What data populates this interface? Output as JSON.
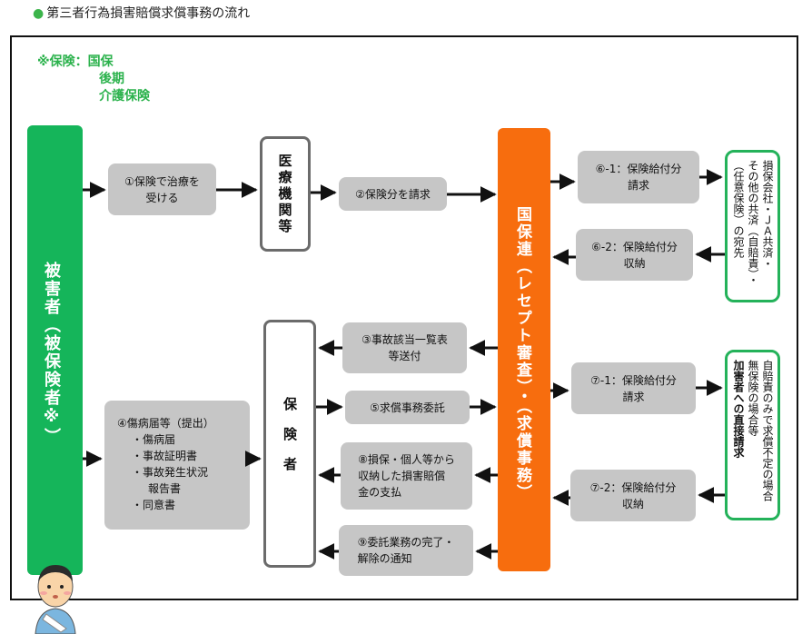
{
  "header": {
    "title": "第三者行為損害賠償求償事務の流れ"
  },
  "note": {
    "prefix": "※保険：",
    "lines": [
      "国保",
      "後期",
      "介護保険"
    ]
  },
  "victim": {
    "label": "被害者（被保険者※）"
  },
  "medical": {
    "label": "医療機関等"
  },
  "insurer": {
    "label": "保険者"
  },
  "kokuho": {
    "label": "国保連（レセプト審査）・（求償事務）"
  },
  "steps": {
    "s1": "①保険で治療を\n受ける",
    "s2": "②保険分を請求",
    "s3": "③事故該当一覧表\n等送付",
    "s4_title": "④傷病届等（提出）",
    "s4_items": [
      "・傷病届",
      "・事故証明書",
      "・事故発生状況",
      "報告書",
      "・同意書"
    ],
    "s5": "⑤求償事務委託",
    "s8": "⑧損保・個人等から\n収納した損害賠償\n金の支払",
    "s9": "⑨委託業務の完了・\n解除の通知",
    "s6_1": "⑥-1：保険給付分\n請求",
    "s6_2": "⑥-2：保険給付分\n収納",
    "s7_1": "⑦-1：保険給付分\n請求",
    "s7_2": "⑦-2：保険給付分\n収納"
  },
  "payers": {
    "insurance": {
      "lines": [
        "損保会社・ＪＡ共済・",
        "その他の共済（自賠責）・",
        "（任意保険）の宛先"
      ]
    },
    "direct": {
      "lines": [
        "自賠責のみで求償不定の場合",
        "無保険の場合等"
      ],
      "bold": "加害者への直接請求"
    }
  },
  "colors": {
    "green": "#15b55a",
    "orange": "#f76d0e",
    "grey": "#c6c6c6",
    "note_green": "#2bb24c"
  }
}
